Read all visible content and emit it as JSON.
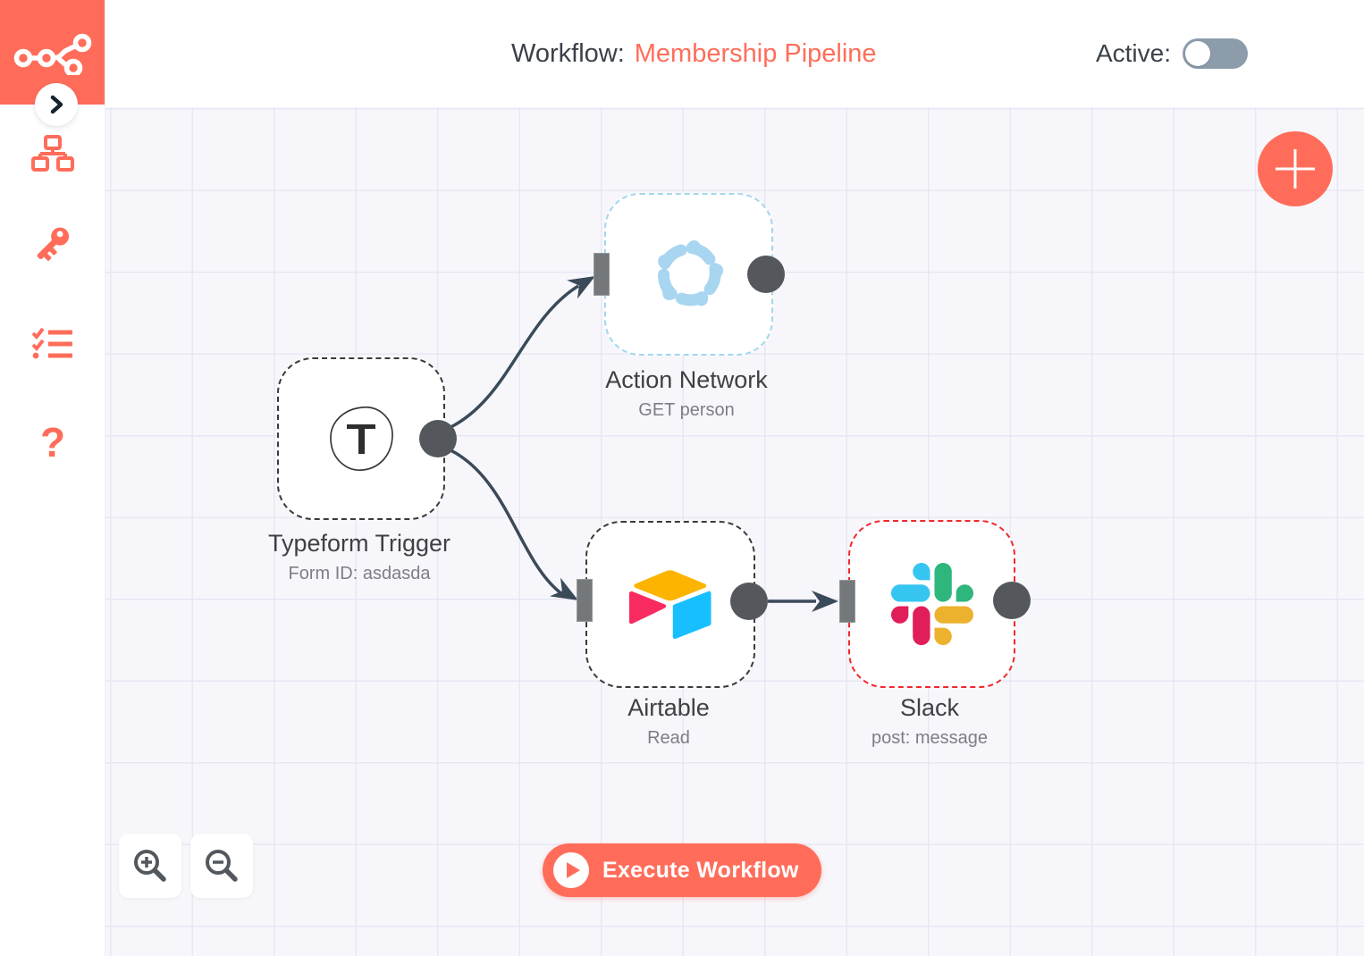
{
  "brand": {
    "accent_color": "#ff6d5a",
    "connector_color": "#3b4a59",
    "canvas_bg": "#f7f7fb",
    "grid_line_color": "#e7e7f5"
  },
  "header": {
    "title_prefix": "Workflow:",
    "workflow_name": "Membership Pipeline",
    "active_label": "Active:",
    "active_state": "off"
  },
  "sidebar": {
    "logo": "n8n-logo",
    "items": [
      {
        "icon": "workflows-sitemap-icon"
      },
      {
        "icon": "credentials-key-icon"
      },
      {
        "icon": "executions-checklist-icon"
      },
      {
        "icon": "help-question-icon"
      }
    ],
    "help_glyph": "?"
  },
  "nodes": [
    {
      "key": "typeform-trigger",
      "title": "Typeform Trigger",
      "subtitle": "Form ID: asdasda",
      "border_color": "#3a3a3a",
      "icon": "typeform-icon"
    },
    {
      "key": "action-network",
      "title": "Action Network",
      "subtitle": "GET person",
      "border_color": "#a3d6ee",
      "icon": "action-network-icon"
    },
    {
      "key": "airtable",
      "title": "Airtable",
      "subtitle": "Read",
      "border_color": "#3a3a3a",
      "icon": "airtable-icon"
    },
    {
      "key": "slack",
      "title": "Slack",
      "subtitle": "post: message",
      "border_color": "#f0282e",
      "icon": "slack-icon"
    }
  ],
  "connections": [
    {
      "from": "typeform-trigger",
      "to": "action-network"
    },
    {
      "from": "typeform-trigger",
      "to": "airtable"
    },
    {
      "from": "airtable",
      "to": "slack"
    }
  ],
  "controls": {
    "execute_label": "Execute Workflow",
    "add_node": "plus",
    "zoom_in": "zoom-in",
    "zoom_out": "zoom-out"
  }
}
